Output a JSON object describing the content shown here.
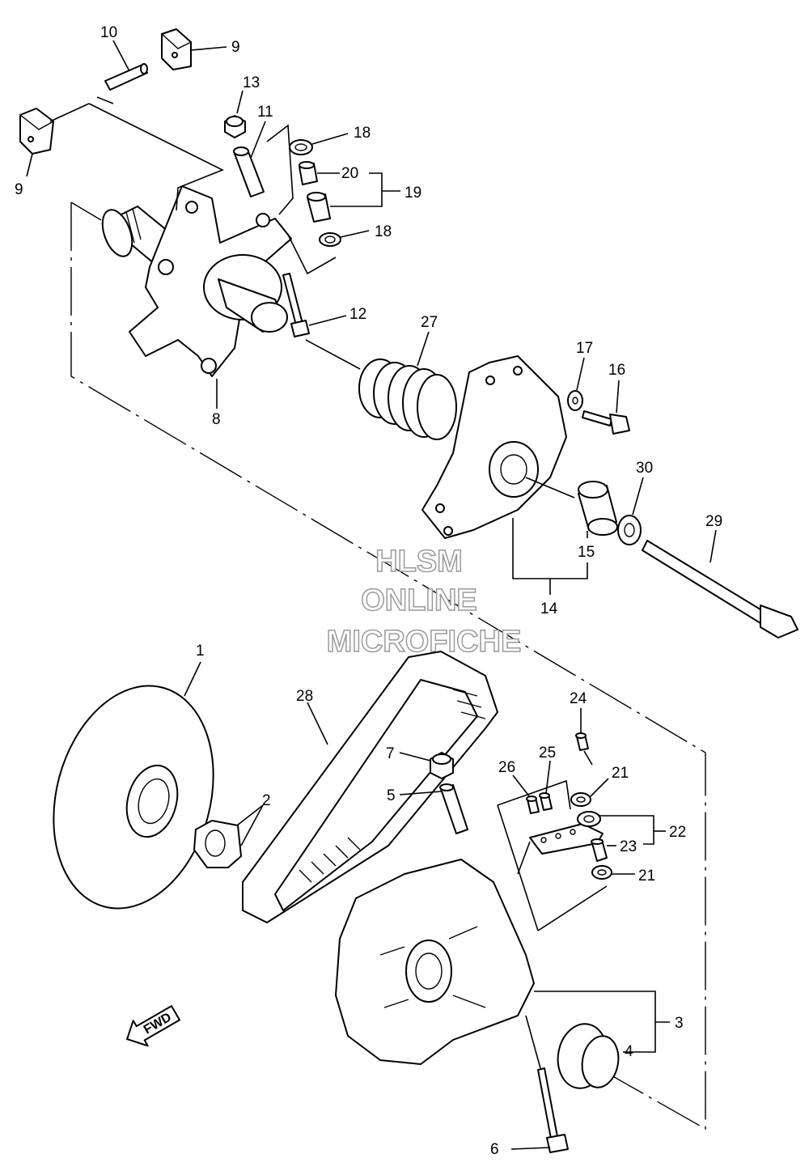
{
  "callouts": {
    "c1": "1",
    "c2": "2",
    "c3": "3",
    "c4": "4",
    "c5": "5",
    "c6": "6",
    "c7": "7",
    "c8": "8",
    "c9a": "9",
    "c9b": "9",
    "c10": "10",
    "c11": "11",
    "c12": "12",
    "c13": "13",
    "c14": "14",
    "c15": "15",
    "c16": "16",
    "c17": "17",
    "c18a": "18",
    "c18b": "18",
    "c19": "19",
    "c20": "20",
    "c21a": "21",
    "c21b": "21",
    "c22": "22",
    "c23": "23",
    "c24": "24",
    "c25": "25",
    "c26": "26",
    "c27": "27",
    "c28": "28",
    "c29": "29",
    "c30": "30"
  },
  "watermark": {
    "line1": "HLSM",
    "line2": "ONLINE",
    "line3": "MICROFICHE"
  },
  "fwd_label": "FWD"
}
